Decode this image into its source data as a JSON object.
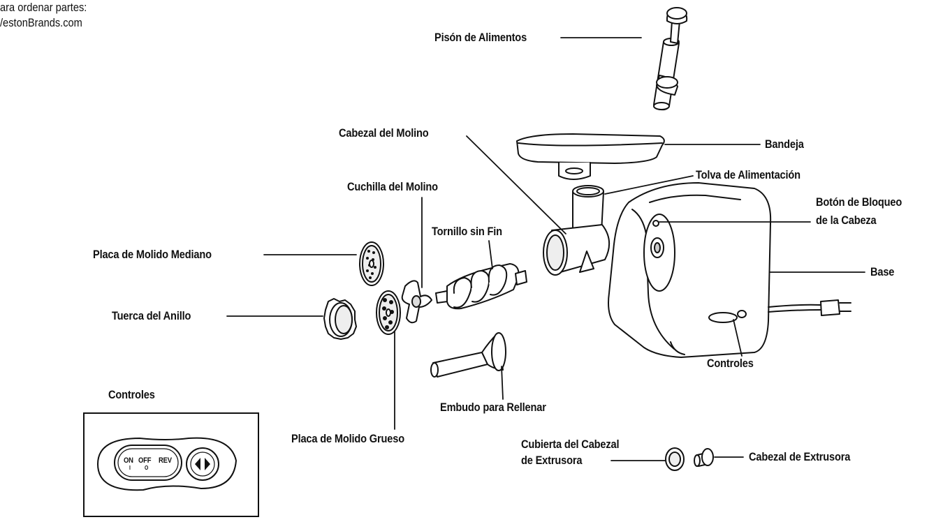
{
  "header_note": {
    "line1": "ara ordenar partes:",
    "line2": "/estonBrands.com"
  },
  "labels": {
    "pison": "Pisón de Alimentos",
    "cabezal_molino": "Cabezal del Molino",
    "bandeja": "Bandeja",
    "tolva": "Tolva de Alimentación",
    "cuchilla": "Cuchilla del Molino",
    "boton_line1": "Botón de Bloqueo",
    "boton_line2": "de la Cabeza",
    "tornillo": "Tornillo sin Fin",
    "placa_mediano": "Placa de Molido Mediano",
    "base": "Base",
    "tuerca": "Tuerca del Anillo",
    "controles": "Controles",
    "embudo": "Embudo para Rellenar",
    "placa_grueso": "Placa de Molido Grueso",
    "cubierta_line1": "Cubierta del Cabezal",
    "cubierta_line2": "de Extrusora",
    "cabezal_extrusora": "Cabezal de Extrusora"
  },
  "controls_panel": {
    "title": "Controles",
    "on": "ON",
    "on_mark": "I",
    "off": "OFF",
    "off_mark": "O",
    "rev": "REV"
  },
  "colors": {
    "ink": "#111111",
    "paper": "#ffffff",
    "shade": "#d9d9d9"
  },
  "icons": {
    "direction_button": "left-right-arrows-icon"
  }
}
